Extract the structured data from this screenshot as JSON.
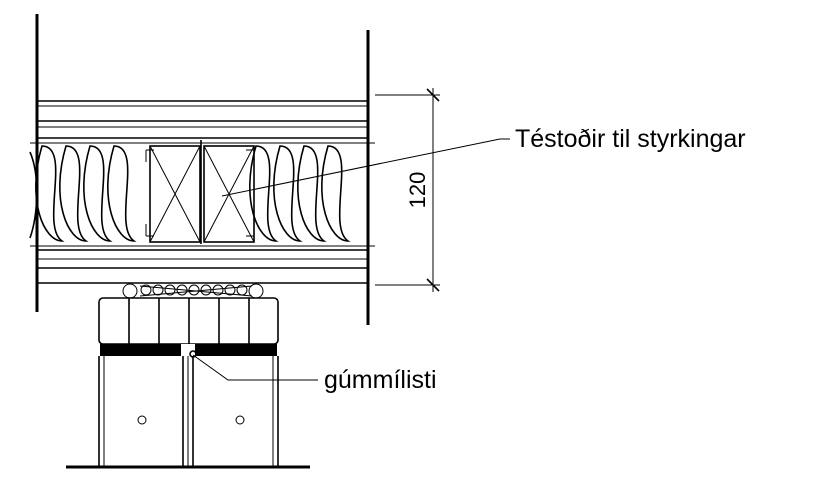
{
  "labels": {
    "wood_studs": "Téstoðir til styrkingar",
    "rubber_strip": "gúmmílisti"
  },
  "dimension": {
    "value": "120"
  }
}
